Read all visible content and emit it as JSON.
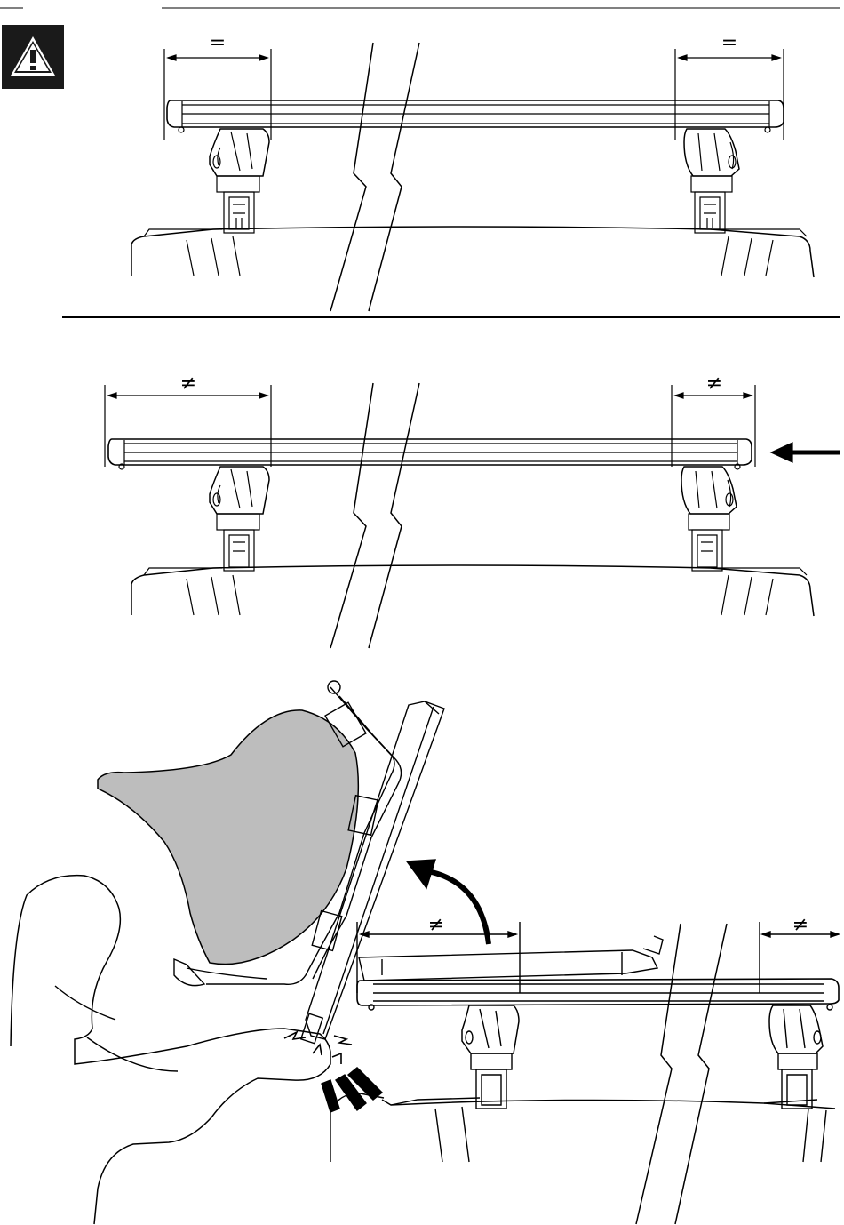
{
  "warning": {
    "icon": "warning-triangle-icon",
    "background": "#1a1a1a",
    "glyph": "!"
  },
  "panels": [
    {
      "name": "equal-overhang-panel",
      "left_mark": "=",
      "right_mark": "=",
      "correct": true
    },
    {
      "name": "unequal-overhang-panel",
      "left_mark": "≠",
      "right_mark": "≠",
      "correct": false
    },
    {
      "name": "load-tipping-panel",
      "left_mark": "≠",
      "right_mark": "≠",
      "correct": false
    }
  ],
  "colors": {
    "line": "#000000",
    "load_fill": "#bdbdbd"
  }
}
